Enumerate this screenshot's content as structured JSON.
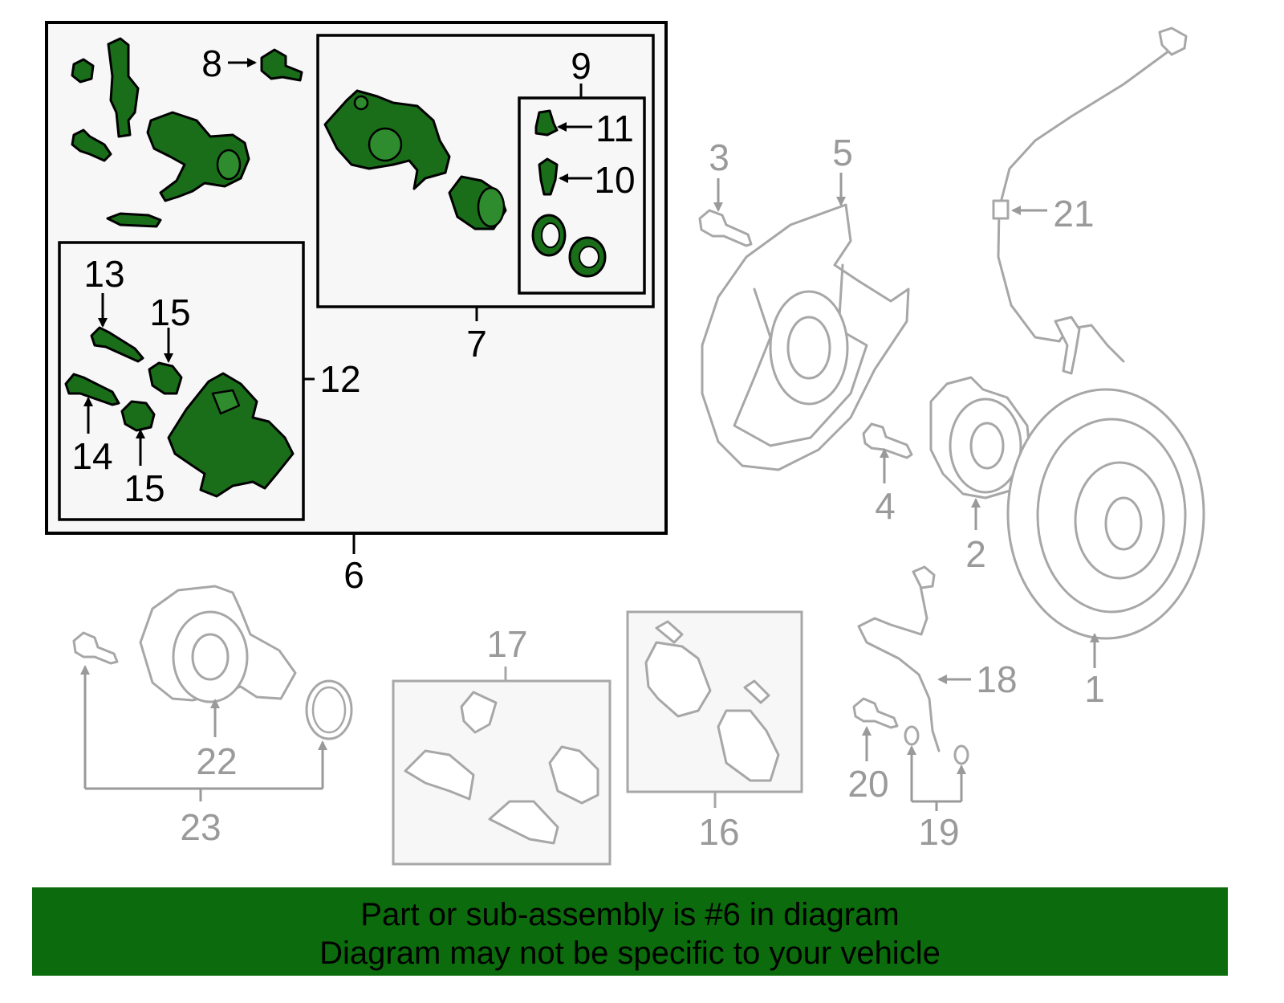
{
  "callouts": {
    "c1": "1",
    "c2": "2",
    "c3": "3",
    "c4": "4",
    "c5": "5",
    "c6": "6",
    "c7": "7",
    "c8": "8",
    "c9": "9",
    "c10": "10",
    "c11": "11",
    "c12": "12",
    "c13": "13",
    "c14": "14",
    "c15a": "15",
    "c15b": "15",
    "c16": "16",
    "c17": "17",
    "c18": "18",
    "c19": "19",
    "c20": "20",
    "c21": "21",
    "c22": "22",
    "c23": "23"
  },
  "banner": {
    "line1": "Part or sub-assembly is #6 in diagram",
    "line2": "Diagram may not be specific to your vehicle"
  },
  "colors": {
    "highlight": "#1a6e1a",
    "banner_bg": "#0c6b0c",
    "inactive_part": "#a7a7a7",
    "box_fill": "#f7f7f7"
  }
}
